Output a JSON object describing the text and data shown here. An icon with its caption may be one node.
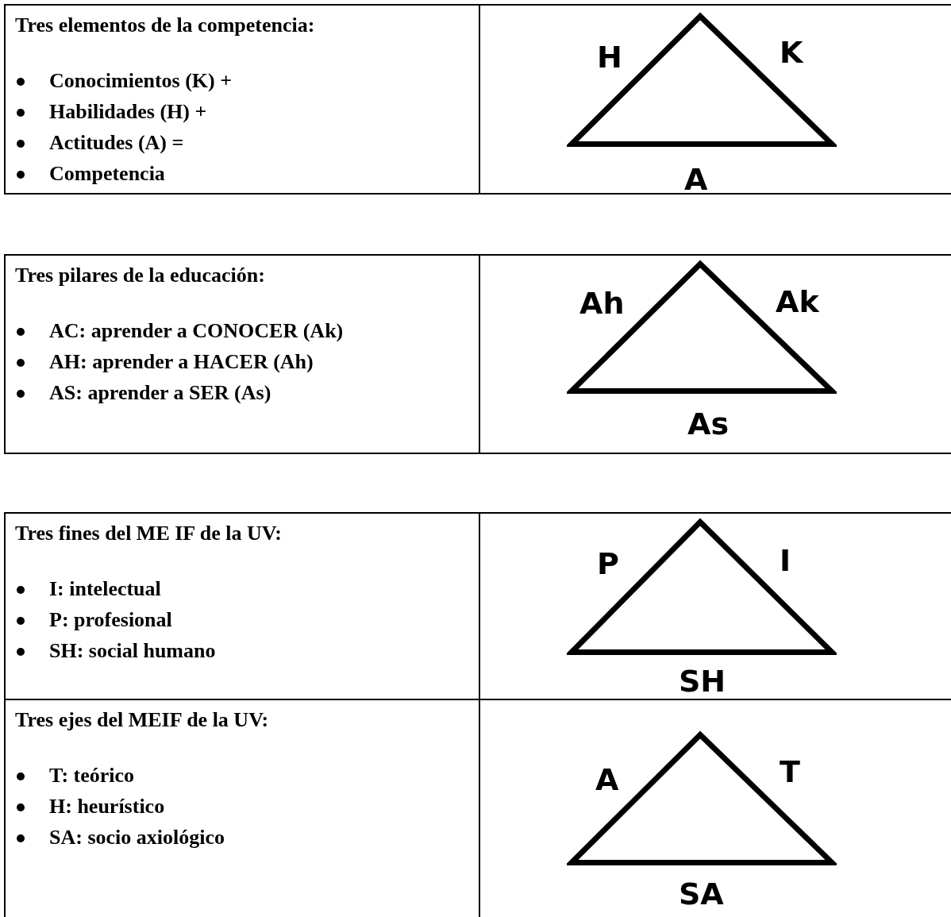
{
  "diagram": {
    "nodes": [
      {
        "text": [
          "Tres elementos de la competencia:",
          "Conocimientos (K) +",
          "Habilidades (H) +",
          "Actitudes (A) =",
          "Competencia"
        ]
      },
      {
        "text": [],
        "shape": "triangle",
        "beside": [
          "H",
          "K",
          "A"
        ]
      },
      {
        "text": [
          "Tres pilares de la educación:",
          "AC: aprender a CONOCER (Ak)",
          "AH: aprender a HACER (Ah)",
          "AS: aprender a SER (As)"
        ]
      },
      {
        "text": [],
        "shape": "triangle",
        "beside": [
          "Ah",
          "Ak",
          "As"
        ]
      },
      {
        "text": [
          "Tres fines del ME IF de la UV:",
          "I: intelectual",
          "P: profesional",
          "SH: social humano"
        ]
      },
      {
        "text": [],
        "shape": "triangle",
        "beside": [
          "P",
          "I",
          "SH"
        ]
      },
      {
        "text": [
          "Tres ejes del MEIF de la UV:",
          "T: teórico",
          "H: heurístico",
          "SA: socio axiológico"
        ]
      },
      {
        "text": [],
        "shape": "triangle",
        "beside": [
          "A",
          "T",
          "SA"
        ]
      }
    ]
  }
}
